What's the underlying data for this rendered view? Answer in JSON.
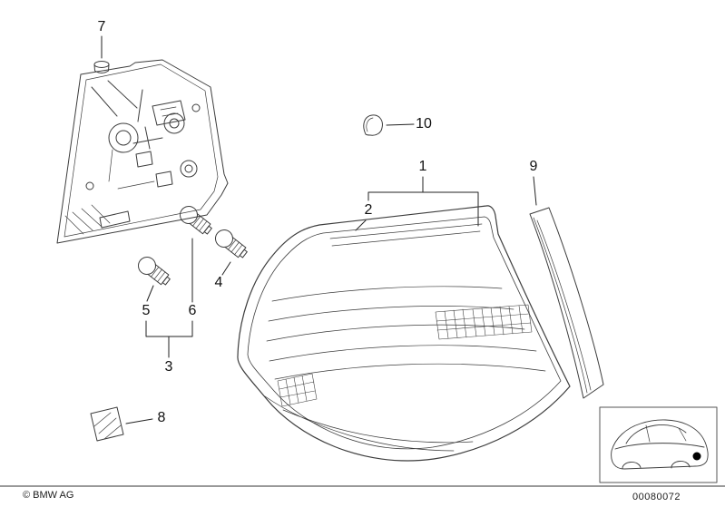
{
  "page": {
    "type": "parts-diagram",
    "subject": "Rear light exploded parts drawing"
  },
  "callouts": [
    {
      "label": "1"
    },
    {
      "label": "2"
    },
    {
      "label": "3"
    },
    {
      "label": "4"
    },
    {
      "label": "5"
    },
    {
      "label": "6"
    },
    {
      "label": "7"
    },
    {
      "label": "8"
    },
    {
      "label": "9"
    },
    {
      "label": "10"
    }
  ],
  "footer": {
    "copyright": "© BMW AG",
    "drawing_number": "00080072"
  },
  "colors": {
    "line": "#3d3d3d",
    "leader_line": "#222222",
    "text": "#111111",
    "background": "#ffffff"
  }
}
